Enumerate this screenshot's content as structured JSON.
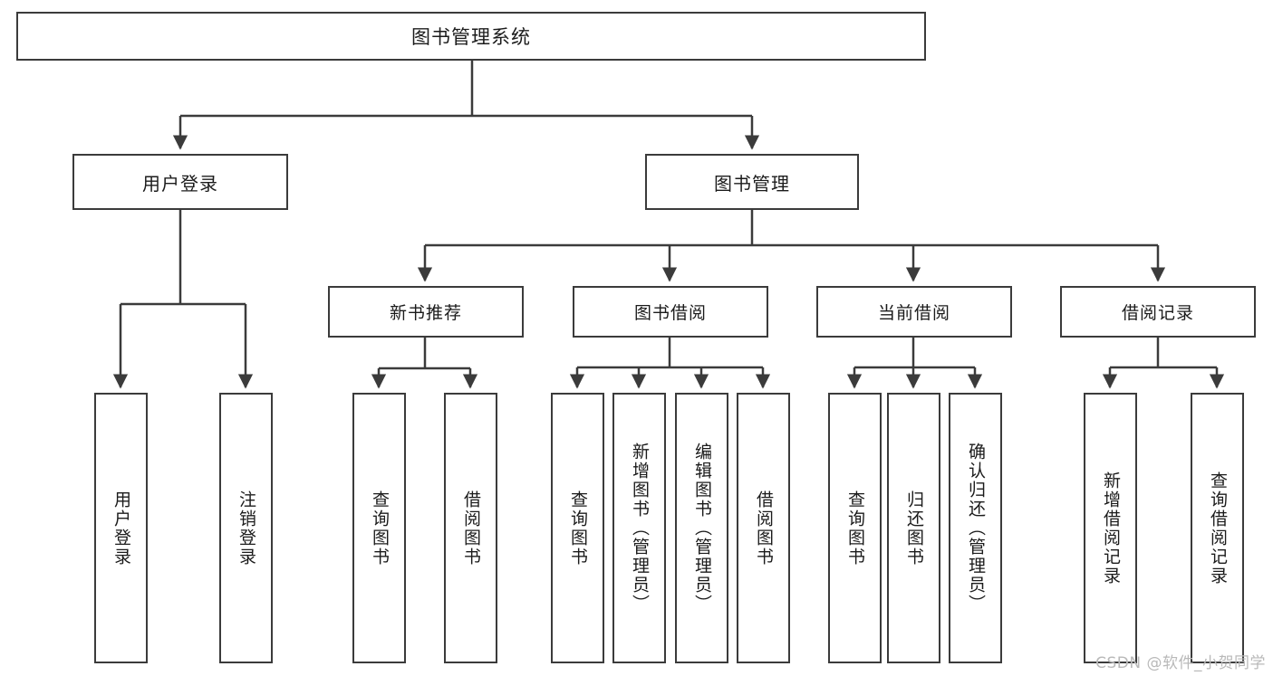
{
  "diagram": {
    "title": "图书管理系统",
    "type": "tree-hierarchy-diagram",
    "colors": {
      "border": "#3b3b3b",
      "fill": "#ffffff",
      "text": "#1b1b1b",
      "watermark": "#b9b9b9"
    },
    "root": {
      "label": "图书管理系统"
    },
    "level2": [
      {
        "label": "用户登录"
      },
      {
        "label": "图书管理"
      }
    ],
    "level3": [
      {
        "label": "新书推荐"
      },
      {
        "label": "图书借阅"
      },
      {
        "label": "当前借阅"
      },
      {
        "label": "借阅记录"
      }
    ],
    "leaves": {
      "user_login": [
        {
          "label": "用户登录"
        },
        {
          "label": "注销登录"
        }
      ],
      "new_book_recommend": [
        {
          "label": "查询图书"
        },
        {
          "label": "借阅图书"
        }
      ],
      "book_borrow": [
        {
          "label": "查询图书"
        },
        {
          "label": "新增图书（管理员）"
        },
        {
          "label": "编辑图书（管理员）"
        },
        {
          "label": "借阅图书"
        }
      ],
      "current_borrow": [
        {
          "label": "查询图书"
        },
        {
          "label": "归还图书"
        },
        {
          "label": "确认归还（管理员）"
        }
      ],
      "borrow_record": [
        {
          "label": "新增借阅记录"
        },
        {
          "label": "查询借阅记录"
        }
      ]
    }
  },
  "watermark": {
    "text": "CSDN @软件_小贺同学"
  }
}
